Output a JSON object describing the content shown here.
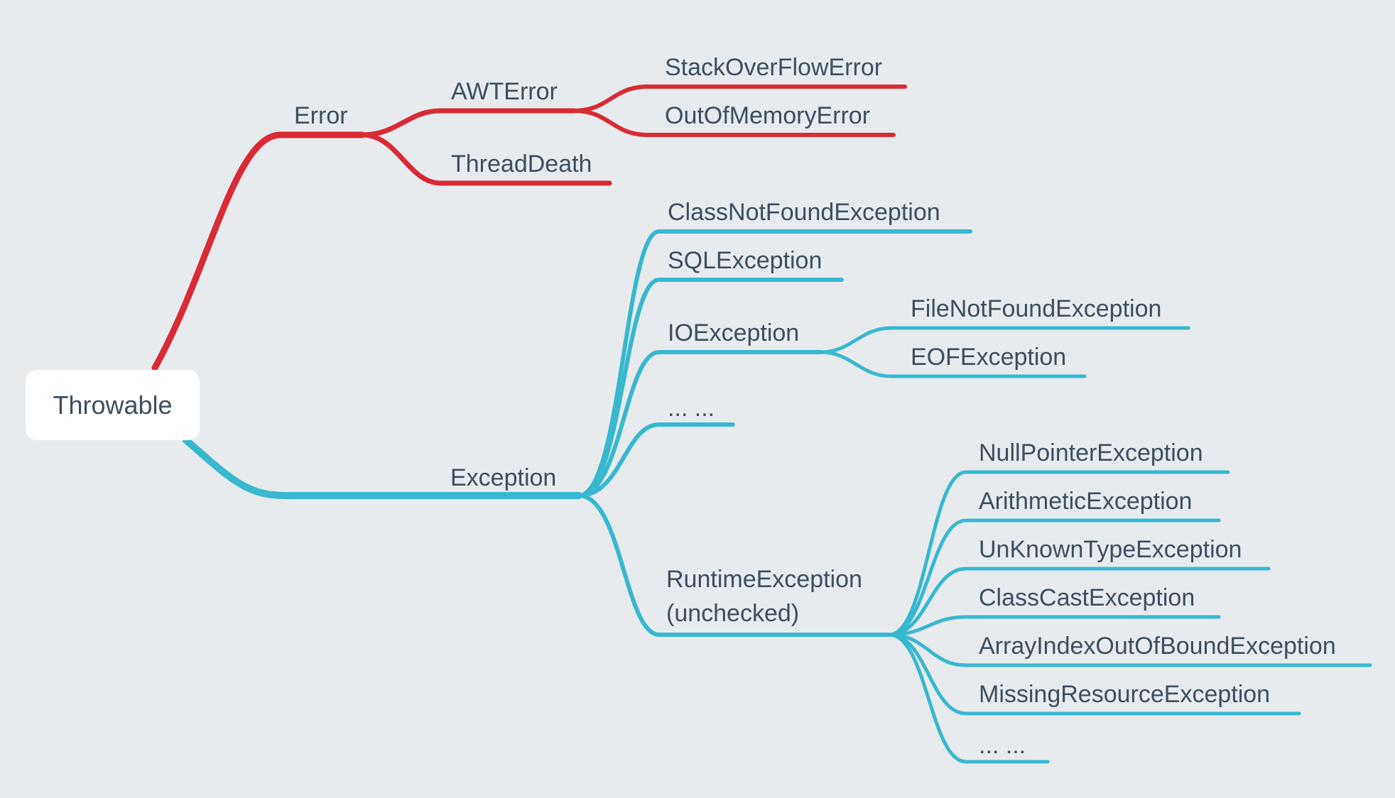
{
  "colors": {
    "background": "#e8ebee",
    "error_branch": "#d92a35",
    "exception_branch": "#37b8cf",
    "text": "#3d4e5e",
    "root_fill": "#ffffff"
  },
  "root": {
    "label": "Throwable"
  },
  "error": {
    "label": "Error",
    "awt": {
      "label": "AWTError",
      "children": [
        "StackOverFlowError",
        "OutOfMemoryError"
      ]
    },
    "thread_death": {
      "label": "ThreadDeath"
    }
  },
  "exception": {
    "label": "Exception",
    "class_not_found": "ClassNotFoundException",
    "sql": "SQLException",
    "io": {
      "label": "IOException",
      "children": [
        "FileNotFoundException",
        "EOFException"
      ]
    },
    "more": "... ...",
    "runtime": {
      "label_line1": "RuntimeException",
      "label_line2": "(unchecked)",
      "children": [
        "NullPointerException",
        "ArithmeticException",
        "UnKnownTypeException",
        "ClassCastException",
        "ArrayIndexOutOfBoundException",
        "MissingResourceException",
        "... ..."
      ]
    }
  }
}
